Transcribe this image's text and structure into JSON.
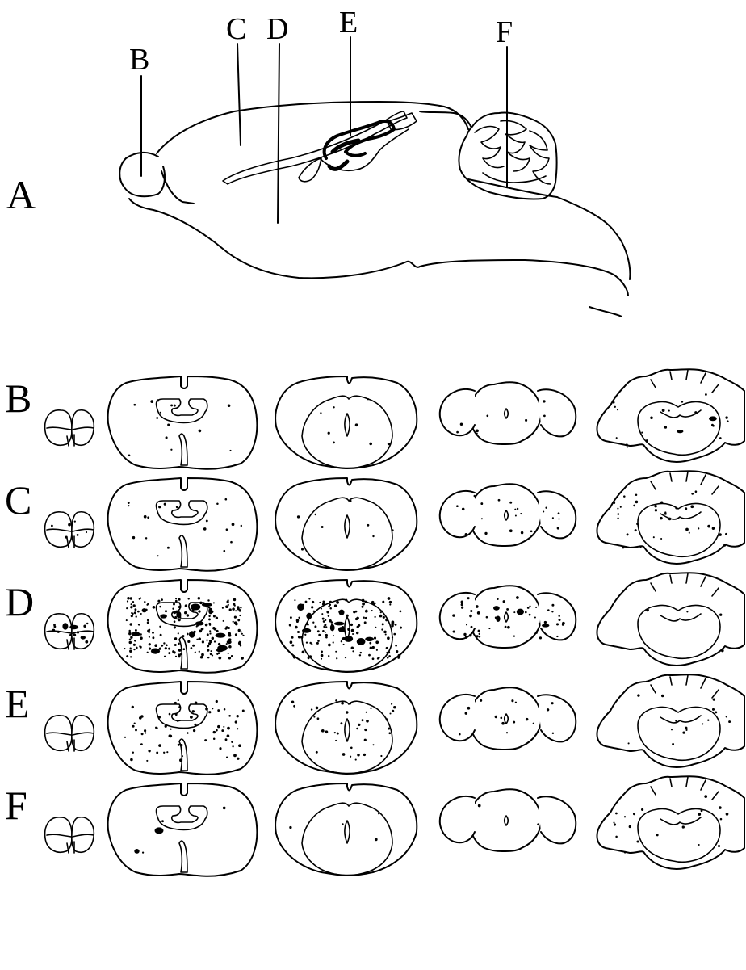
{
  "sagittal": {
    "panel_label": "A",
    "region_labels": [
      "B",
      "C",
      "D",
      "E",
      "F"
    ]
  },
  "rows": [
    {
      "label": "B",
      "density": [
        0,
        14,
        8,
        8,
        22
      ],
      "blobs": [
        0,
        0,
        0,
        0,
        2
      ]
    },
    {
      "label": "C",
      "density": [
        6,
        20,
        8,
        22,
        36
      ],
      "blobs": [
        0,
        0,
        0,
        0,
        0
      ]
    },
    {
      "label": "D",
      "density": [
        10,
        210,
        160,
        50,
        4
      ],
      "blobs": [
        3,
        14,
        10,
        4,
        0
      ]
    },
    {
      "label": "E",
      "density": [
        0,
        70,
        40,
        16,
        16
      ],
      "blobs": [
        0,
        0,
        0,
        0,
        0
      ]
    },
    {
      "label": "F",
      "density": [
        0,
        3,
        4,
        2,
        20
      ],
      "blobs": [
        0,
        2,
        0,
        0,
        0
      ]
    }
  ]
}
